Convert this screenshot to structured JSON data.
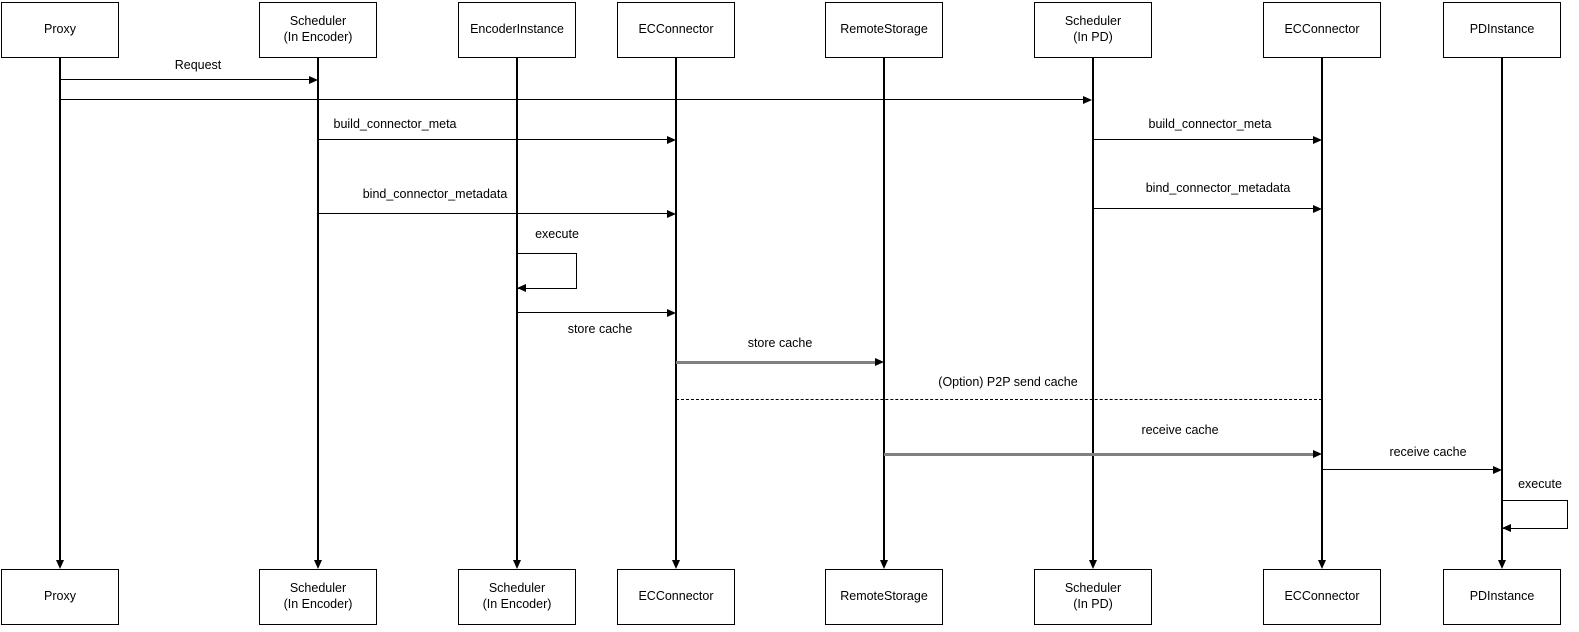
{
  "diagram_type": "uml-sequence-diagram",
  "colors": {
    "background": "#ffffff",
    "stroke": "#000000",
    "gray_arrow": "#808080",
    "text": "#000000",
    "box_fill": "#ffffff"
  },
  "participants_top": [
    {
      "label": "Proxy"
    },
    {
      "label": "Scheduler\n(In Encoder)"
    },
    {
      "label": "EncoderInstance"
    },
    {
      "label": "ECConnector"
    },
    {
      "label": "RemoteStorage"
    },
    {
      "label": "Scheduler\n(In PD)"
    },
    {
      "label": "ECConnector"
    },
    {
      "label": "PDInstance"
    }
  ],
  "participants_bottom": [
    {
      "label": "Proxy"
    },
    {
      "label": "Scheduler\n(In Encoder)"
    },
    {
      "label": "Scheduler\n(In Encoder)"
    },
    {
      "label": "ECConnector"
    },
    {
      "label": "RemoteStorage"
    },
    {
      "label": "Scheduler\n(In PD)"
    },
    {
      "label": "ECConnector"
    },
    {
      "label": "PDInstance"
    }
  ],
  "messages": [
    {
      "label": "Request",
      "from": "Proxy",
      "to": "Scheduler (In Encoder)",
      "type": "solid",
      "color": "black"
    },
    {
      "label": "",
      "from": "Proxy",
      "to": "Scheduler (In PD)",
      "type": "solid",
      "color": "black"
    },
    {
      "label": "build_connector_meta",
      "from": "Scheduler (In Encoder)",
      "to": "ECConnector",
      "type": "solid",
      "color": "black"
    },
    {
      "label": "build_connector_meta",
      "from": "Scheduler (In PD)",
      "to": "ECConnector",
      "type": "solid",
      "color": "black"
    },
    {
      "label": "bind_connector_metadata",
      "from": "Scheduler (In Encoder)",
      "to": "ECConnector",
      "type": "solid",
      "color": "black"
    },
    {
      "label": "bind_connector_metadata",
      "from": "Scheduler (In PD)",
      "to": "ECConnector",
      "type": "solid",
      "color": "black"
    },
    {
      "label": "execute",
      "from": "EncoderInstance",
      "to": "EncoderInstance",
      "type": "self",
      "color": "black"
    },
    {
      "label": "store cache",
      "from": "EncoderInstance",
      "to": "ECConnector",
      "type": "solid",
      "color": "black"
    },
    {
      "label": "store cache",
      "from": "ECConnector",
      "to": "RemoteStorage",
      "type": "solid",
      "color": "gray"
    },
    {
      "label": "(Option) P2P send cache",
      "from": "ECConnector",
      "to": "ECConnector (PD side)",
      "type": "dashed",
      "color": "black"
    },
    {
      "label": "receive cache",
      "from": "RemoteStorage",
      "to": "ECConnector (PD side)",
      "type": "solid",
      "color": "gray"
    },
    {
      "label": "receive cache",
      "from": "ECConnector (PD side)",
      "to": "PDInstance",
      "type": "solid",
      "color": "black"
    },
    {
      "label": "execute",
      "from": "PDInstance",
      "to": "PDInstance",
      "type": "self",
      "color": "black"
    }
  ]
}
